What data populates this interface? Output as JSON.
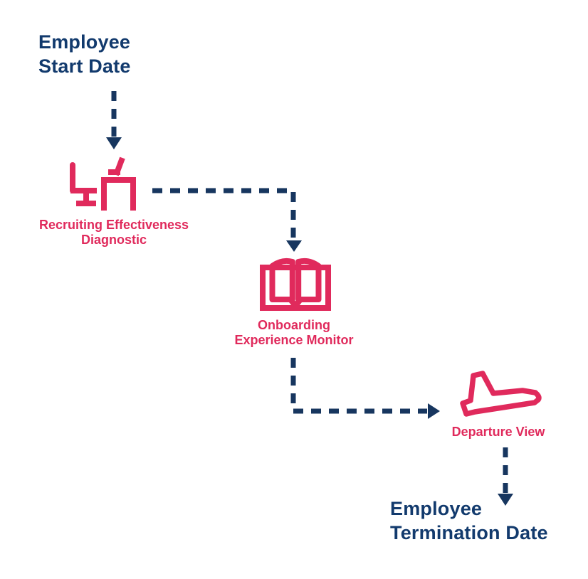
{
  "colors": {
    "navy_text": "#123a6d",
    "navy_arrow": "#17365f",
    "pink": "#e02a5c",
    "background": "#ffffff"
  },
  "flow": {
    "start": {
      "label": "Employee\nStart Date"
    },
    "steps": [
      {
        "label": "Recruiting Effectiveness\nDiagnostic",
        "icon": "chair-and-desk-icon"
      },
      {
        "label": "Onboarding\nExperience Monitor",
        "icon": "open-book-icon"
      },
      {
        "label": "Departure View",
        "icon": "airplane-takeoff-icon"
      }
    ],
    "end": {
      "label": "Employee\nTermination Date"
    }
  }
}
